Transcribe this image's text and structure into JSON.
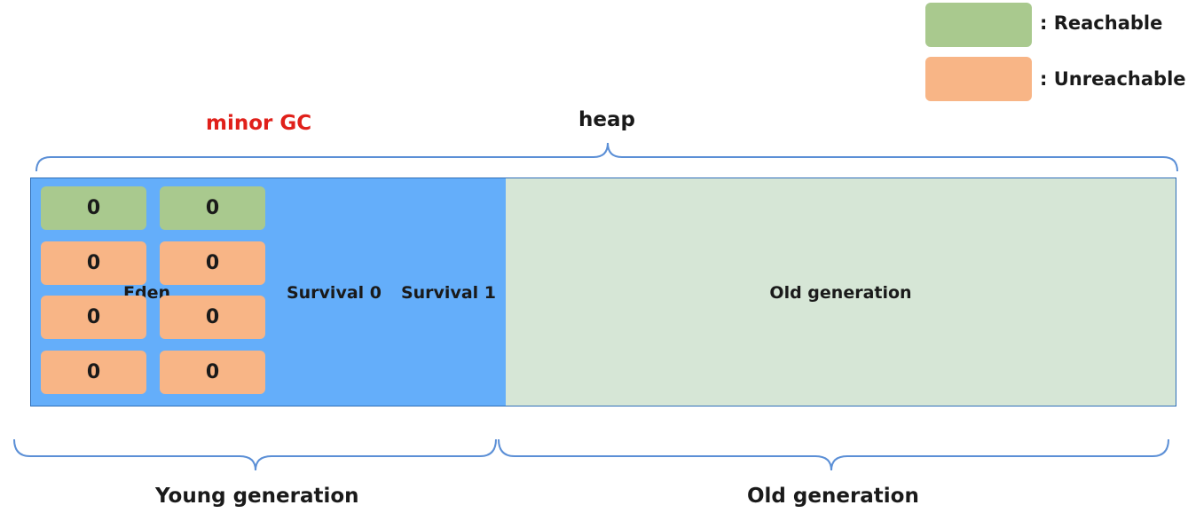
{
  "colors": {
    "reachable": "#a9c98e",
    "unreachable": "#f8b586",
    "young_region": "#64aefa",
    "old_region": "#d6e6d6",
    "brace": "#5b8fd6",
    "minor_gc": "#e0201a"
  },
  "legend": {
    "reachable_label": ": Reachable",
    "unreachable_label": ": Unreachable"
  },
  "minor_gc_label": "minor GC",
  "heap_label": "heap",
  "regions": {
    "eden": "Eden",
    "survival0": "Survival 0",
    "survival1": "Survival 1",
    "old": "Old generation"
  },
  "eden_objects": [
    {
      "value": "0",
      "state": "reachable"
    },
    {
      "value": "0",
      "state": "reachable"
    },
    {
      "value": "0",
      "state": "unreachable"
    },
    {
      "value": "0",
      "state": "unreachable"
    },
    {
      "value": "0",
      "state": "unreachable"
    },
    {
      "value": "0",
      "state": "unreachable"
    },
    {
      "value": "0",
      "state": "unreachable"
    },
    {
      "value": "0",
      "state": "unreachable"
    }
  ],
  "bottom_labels": {
    "young": "Young generation",
    "old": "Old generation"
  }
}
